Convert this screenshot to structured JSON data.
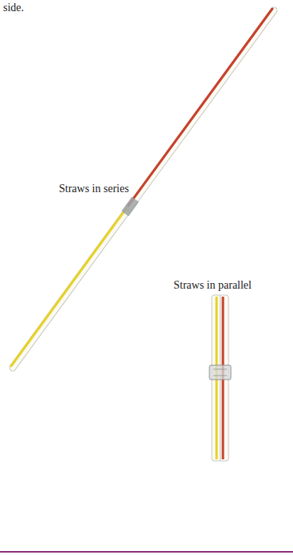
{
  "diagram": {
    "labels": [
      "side.",
      "Straws in series",
      "Straws in parallel"
    ]
  }
}
